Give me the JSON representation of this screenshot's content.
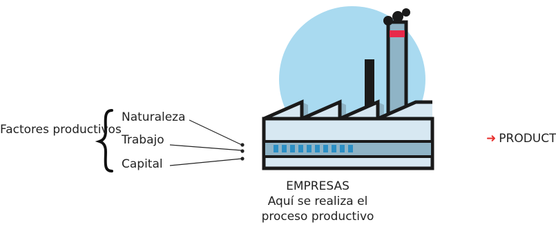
{
  "factors": {
    "title": "Factores productivos",
    "items": [
      "Naturaleza",
      "Trabajo",
      "Capital"
    ]
  },
  "output": {
    "label": "PRODUCTOS",
    "arrow_icon": "right-arrow-icon"
  },
  "company": {
    "title": "EMPRESAS",
    "description": "Aquí se realiza el proceso productivo"
  },
  "colors": {
    "sun": "#a9daf0",
    "outline": "#1a1a1a",
    "wall": "#d7e8f2",
    "roof_shadow": "#8fb4c6",
    "band": "#8fb4c6",
    "windows": "#2b8fc4",
    "chimney_band": "#e8294a",
    "arrow": "#e8322f"
  }
}
